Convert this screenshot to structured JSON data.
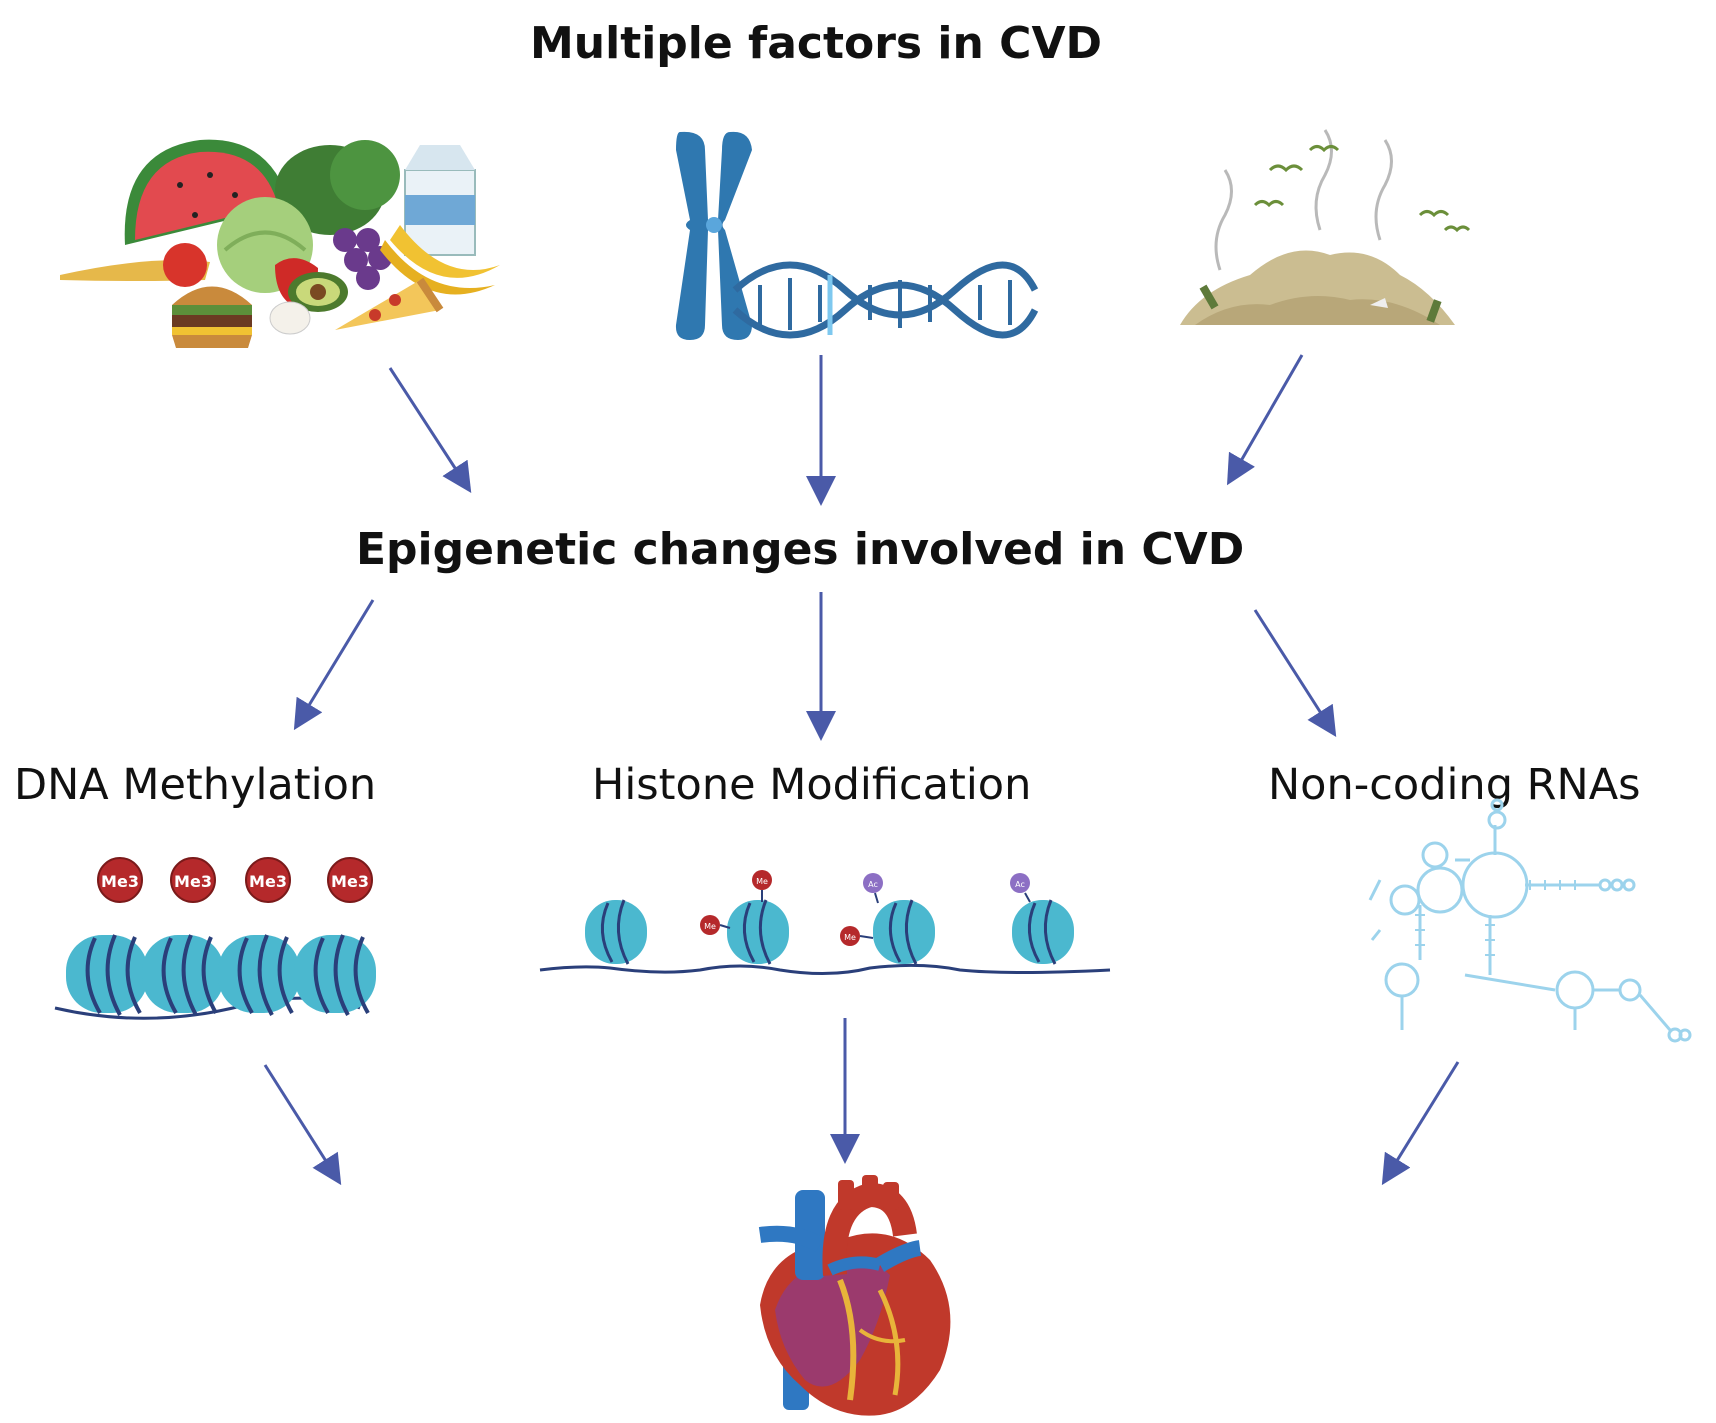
{
  "title": "Multiple factors in CVD",
  "middle_heading": "Epigenetic changes involved in CVD",
  "factors": [
    {
      "icon": "food-icon"
    },
    {
      "icon": "chromosome-dna-icon"
    },
    {
      "icon": "pollution-waste-icon"
    }
  ],
  "mechanisms": [
    {
      "label": "DNA Methylation",
      "icon": "nucleosome-methylation-icon",
      "marks": [
        "Me3",
        "Me3",
        "Me3",
        "Me3"
      ]
    },
    {
      "label": "Histone Modification",
      "icon": "histone-modification-icon",
      "marks": [
        "Me",
        "Me",
        "Me",
        "Ac",
        "Ac"
      ]
    },
    {
      "label": "Non-coding RNAs",
      "icon": "rna-structure-icon"
    }
  ],
  "outcome": {
    "icon": "heart-icon"
  },
  "colors": {
    "arrow": "#4a5aa8",
    "nucleosome": "#4bb8cf",
    "dna_strand": "#2a3f7a",
    "methyl_mark": "#b5292b",
    "acetyl_mark": "#8c6fc4",
    "rna": "#9cd3ec",
    "chromosome": "#2f78b0"
  }
}
